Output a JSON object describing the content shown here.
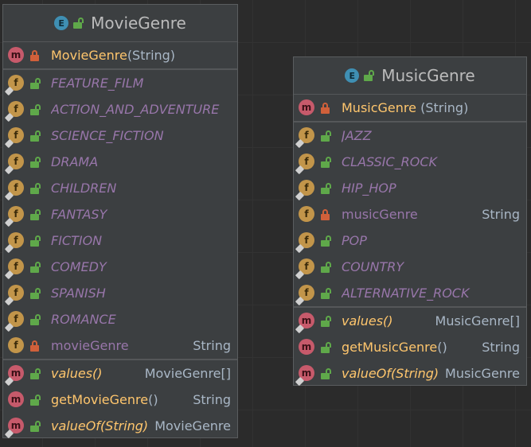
{
  "classes": [
    {
      "id": "movie",
      "title": "MovieGenre",
      "kind_badge": "E",
      "constructor": {
        "name": "MovieGenre",
        "params": "(String)"
      },
      "constants": [
        "FEATURE_FILM",
        "ACTION_AND_ADVENTURE",
        "SCIENCE_FICTION",
        "DRAMA",
        "CHILDREN",
        "FANTASY",
        "FICTION",
        "COMEDY",
        "SPANISH",
        "ROMANCE"
      ],
      "field": {
        "name": "movieGenre",
        "type": "String"
      },
      "methods": [
        {
          "name": "values",
          "params": "()",
          "type": "MovieGenre[]",
          "static": true
        },
        {
          "name": "getMovieGenre",
          "params": "()",
          "type": "String",
          "static": false
        },
        {
          "name": "valueOf",
          "params": "(String)",
          "type": "MovieGenre",
          "static": true
        }
      ]
    },
    {
      "id": "music",
      "title": "MusicGenre",
      "kind_badge": "E",
      "constructor": {
        "name": "MusicGenre",
        "params": "(String)"
      },
      "constants": [
        "JAZZ",
        "CLASSIC_ROCK",
        "HIP_HOP"
      ],
      "field": {
        "name": "musicGenre",
        "type": "String"
      },
      "constants_after": [
        "POP",
        "COUNTRY",
        "ALTERNATIVE_ROCK"
      ],
      "methods": [
        {
          "name": "values",
          "params": "()",
          "type": "MusicGenre[]",
          "static": true
        },
        {
          "name": "getMusicGenre",
          "params": "()",
          "type": "String",
          "static": false
        },
        {
          "name": "valueOf",
          "params": "(String)",
          "type": "MusicGenre",
          "static": true
        }
      ]
    }
  ],
  "icons": {
    "enum_badge": "enum-class-icon",
    "field": "field-icon",
    "method": "method-icon",
    "public": "open-lock-icon",
    "private": "closed-lock-icon"
  },
  "colors": {
    "background": "#2b2b2b",
    "node": "#3c3f41",
    "constant": "#9876aa",
    "method": "#ffc66d",
    "text": "#a9b7c6"
  }
}
